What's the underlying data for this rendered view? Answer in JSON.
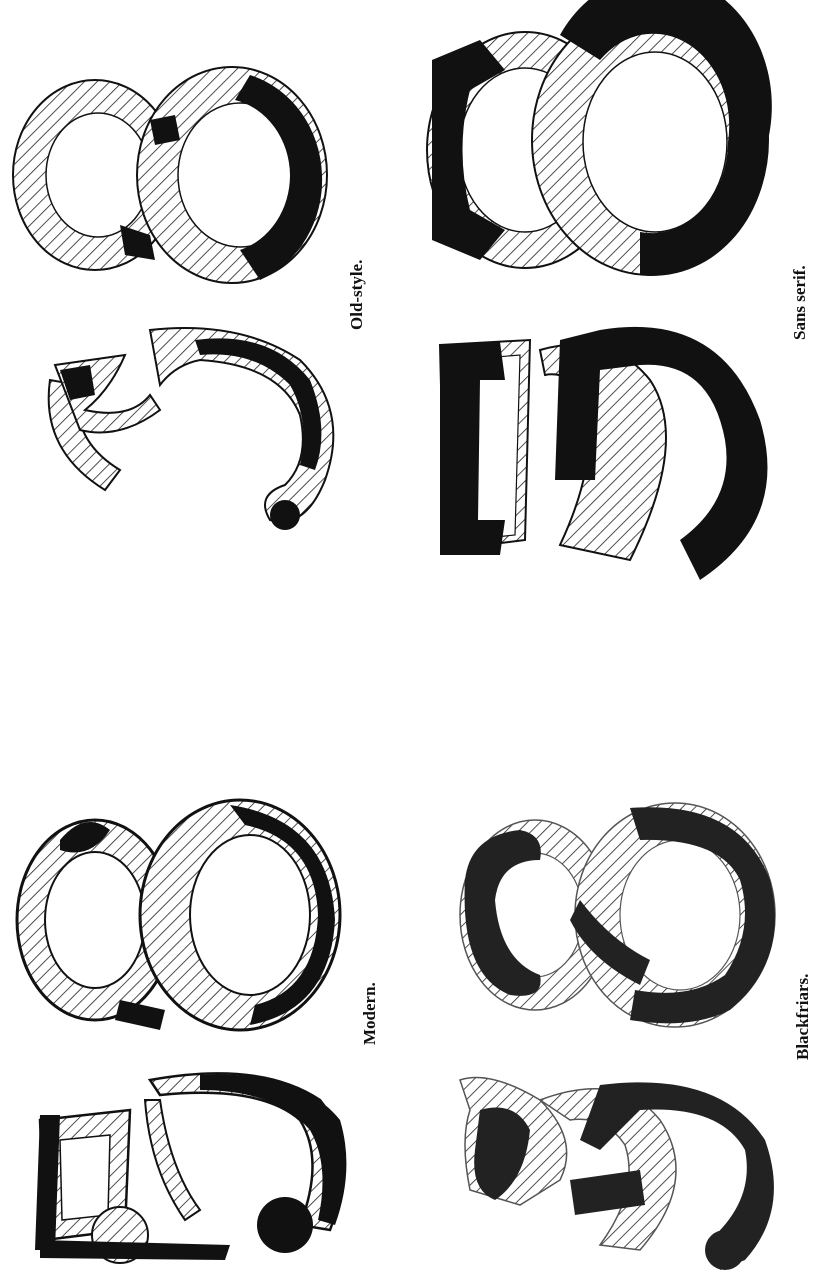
{
  "captions": {
    "old_style": "Old-style.",
    "sans_serif": "Sans serif.",
    "modern": "Modern.",
    "blackfriars": "Blackfriars."
  },
  "specimens": [
    {
      "label_key": "old_style",
      "glyphs": [
        "3",
        "8"
      ]
    },
    {
      "label_key": "sans_serif",
      "glyphs": [
        "5",
        "8"
      ]
    },
    {
      "label_key": "modern",
      "glyphs": [
        "3",
        "8"
      ]
    },
    {
      "label_key": "blackfriars",
      "glyphs": [
        "5",
        "8"
      ]
    }
  ],
  "colors": {
    "ink": "#111111",
    "hatch": "#222222",
    "paper": "#ffffff"
  }
}
